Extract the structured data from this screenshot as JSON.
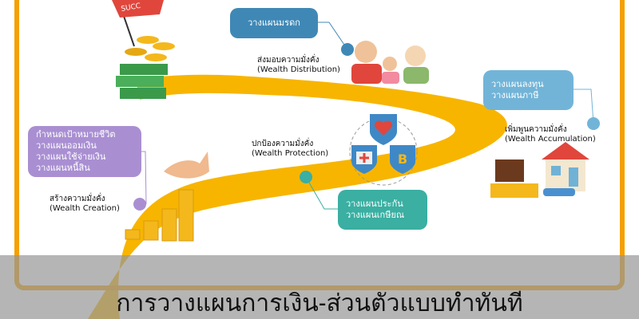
{
  "flag_text": "SUCC",
  "stages": {
    "creation": {
      "label_th": "สร้างความมั่งคั่ง",
      "label_en": "(Wealth Creation)",
      "items": [
        "กำหนดเป้าหมายชีวิต",
        "วางแผนออมเงิน",
        "วางแผนใช้จ่ายเงิน",
        "วางแผนหนี้สิน"
      ],
      "color": "#a98fd2"
    },
    "protection": {
      "label_th": "ปกป้องความมั่งคั่ง",
      "label_en": "(Wealth Protection)",
      "items": [
        "วางแผนประกัน",
        "วางแผนเกษียณ"
      ],
      "color": "#3aafa2"
    },
    "accumulation": {
      "label_th": "เพิ่มพูนความมั่งคั่ง",
      "label_en": "(Wealth Accumulation)",
      "items": [
        "วางแผนลงทุน",
        "วางแผนภาษี"
      ],
      "color": "#72b4d8"
    },
    "distribution": {
      "label_th": "ส่งมอบความมั่งคั่ง",
      "label_en": "(Wealth Distribution)",
      "items": [
        "วางแผนมรดก"
      ],
      "color": "#3f88b6"
    }
  },
  "shield_b": "B",
  "title": "การวางแผนการเงิน-ส่วนตัวแบบทำทันที"
}
